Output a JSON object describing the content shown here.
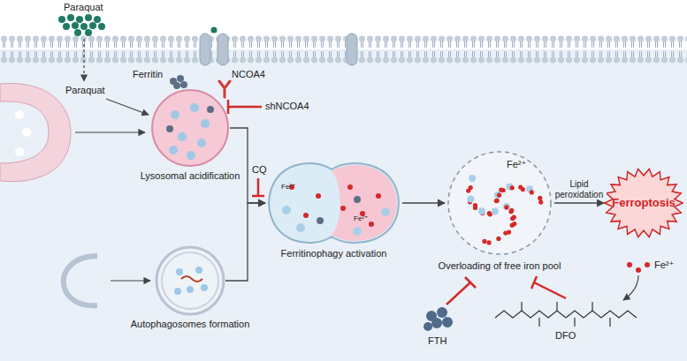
{
  "diagram": {
    "nodes": [
      {
        "text": [
          "Lysosomal acidification"
        ]
      },
      {
        "text": [
          "Autophagosomes formation"
        ]
      },
      {
        "text": [
          "Ferritinophagy activation"
        ]
      },
      {
        "text": [
          "Fe²⁺",
          "Overloading of free iron pool"
        ]
      },
      {
        "text": [
          "Ferroptosis"
        ]
      }
    ],
    "edges": [
      {
        "from": 0,
        "to": 2,
        "arrow": "to"
      },
      {
        "from": 1,
        "to": 2,
        "arrow": "to"
      },
      {
        "from": 2,
        "to": 3,
        "arrow": "to"
      },
      {
        "from": 3,
        "to": 4,
        "arrow": "to",
        "label": "Lipid peroxidation"
      }
    ],
    "labels": [
      "Paraquat",
      "Paraquat",
      "Ferritin",
      "NCOA4",
      "shNCOA4",
      "CQ",
      "Fe²⁺",
      "Fe²⁺",
      "FTH",
      "Fe²⁺",
      "DFO"
    ]
  }
}
